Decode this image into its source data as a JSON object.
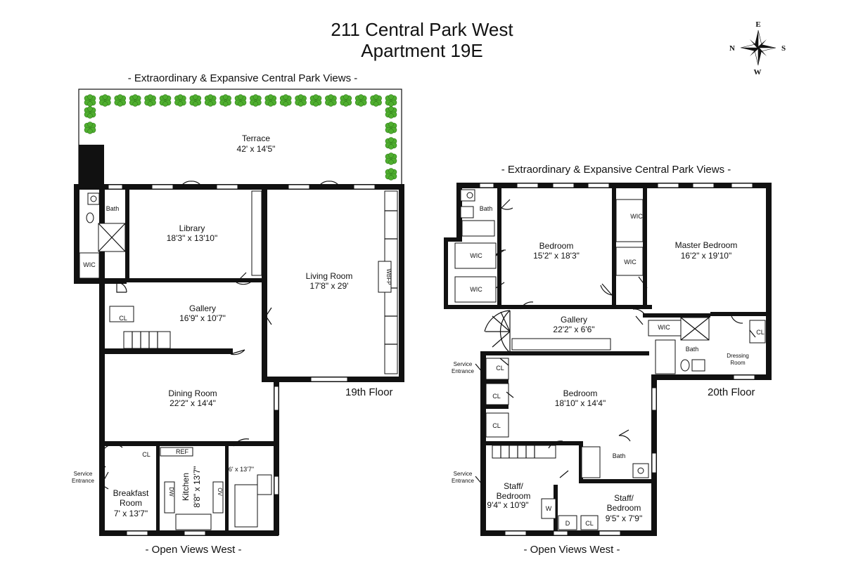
{
  "title": {
    "line1": "211 Central Park West",
    "line2": "Apartment 19E"
  },
  "compass": {
    "n": "N",
    "e": "E",
    "s": "S",
    "w": "W"
  },
  "floor19": {
    "label": "19th Floor",
    "top_view": "- Extraordinary & Expansive Central Park Views -",
    "bottom_view": "- Open Views West -",
    "rooms": {
      "terrace": {
        "name": "Terrace",
        "dims": "42' x 14'5\""
      },
      "library": {
        "name": "Library",
        "dims": "18'3\" x 13'10\""
      },
      "living": {
        "name": "Living Room",
        "dims": "17'8\" x 29'"
      },
      "gallery": {
        "name": "Gallery",
        "dims": "16'9\" x 10'7\""
      },
      "dining": {
        "name": "Dining Room",
        "dims": "22'2\" x 14'4\""
      },
      "breakfast": {
        "name1": "Breakfast",
        "name2": "Room",
        "dims": "7' x 13'7\""
      },
      "kitchen": {
        "name": "Kitchen",
        "dims": "8'8\" x 13'7\""
      },
      "pantry_dims": "6' x 13'7\"",
      "bath": "Bath",
      "wic": "WIC",
      "cl": "CL",
      "cl2": "CL",
      "wbfp": "WBFP",
      "ref": "REF",
      "dw": "DW",
      "ov": "OV",
      "service_entrance": {
        "line1": "Service",
        "line2": "Entrance"
      }
    }
  },
  "floor20": {
    "label": "20th Floor",
    "top_view": "- Extraordinary & Expansive Central Park Views -",
    "bottom_view": "- Open Views West -",
    "rooms": {
      "bath_tl": "Bath",
      "wic_a": "WIC",
      "wic_b": "WIC",
      "bedroom1": {
        "name": "Bedroom",
        "dims": "15'2\" x 18'3\""
      },
      "wic_c": "WIC",
      "wic_d": "WIC",
      "master": {
        "name": "Master Bedroom",
        "dims": "16'2\" x 19'10\""
      },
      "gallery": {
        "name": "Gallery",
        "dims": "22'2\" x 6'6\""
      },
      "wic_e": "WIC",
      "bath_mid": "Bath",
      "dressing": {
        "line1": "Dressing",
        "line2": "Room"
      },
      "cl_dress": "CL",
      "bedroom2": {
        "name": "Bedroom",
        "dims": "18'10\" x 14'4\""
      },
      "cl1": "CL",
      "cl2": "CL",
      "cl3": "CL",
      "bath_low": "Bath",
      "staff1": {
        "line1": "Staff/",
        "line2": "Bedroom",
        "dims": "9'4\" x 10'9\""
      },
      "staff2": {
        "line1": "Staff/",
        "line2": "Bedroom",
        "dims": "9'5\" x 7'9\""
      },
      "w": "W",
      "d": "D",
      "cl4": "CL",
      "service_entrance_a": {
        "line1": "Service",
        "line2": "Entrance"
      },
      "service_entrance_b": {
        "line1": "Service",
        "line2": "Entrance"
      }
    }
  }
}
